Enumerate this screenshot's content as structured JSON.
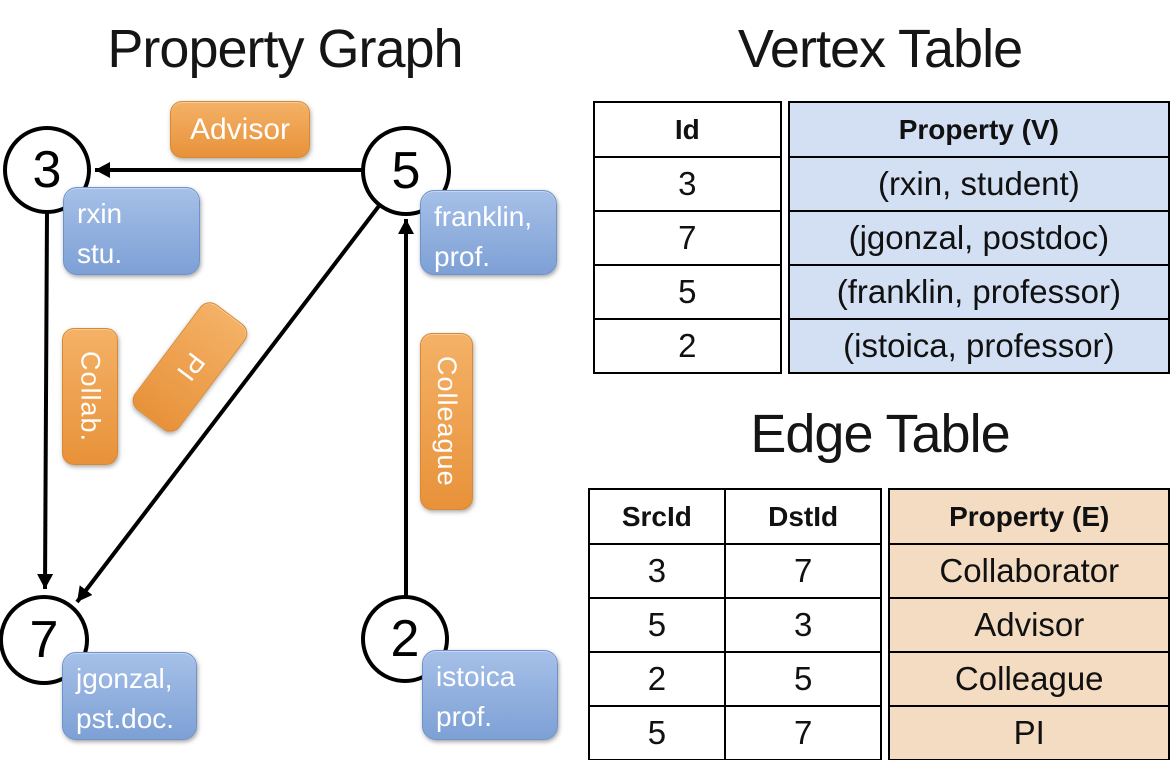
{
  "colors": {
    "edge_label_fill_top": "#F4B166",
    "edge_label_fill_bottom": "#E8923A",
    "vertex_label_fill_top": "#A6C0E8",
    "vertex_label_fill_bottom": "#7DA0D5",
    "vertex_table_cell_bg": "#D3DFF2",
    "edge_table_cell_bg": "#F3DCC2",
    "label_text": "#FFFFFF",
    "line_color": "#000000"
  },
  "graph": {
    "title": "Property Graph",
    "nodes": [
      {
        "id": "3",
        "prop_line1": "rxin",
        "prop_line2": "stu."
      },
      {
        "id": "5",
        "prop_line1": "franklin,",
        "prop_line2": "prof."
      },
      {
        "id": "7",
        "prop_line1": "jgonzal,",
        "prop_line2": "pst.doc."
      },
      {
        "id": "2",
        "prop_line1": "istoica",
        "prop_line2": "prof."
      }
    ],
    "edge_labels": {
      "advisor": "Advisor",
      "collab": "Collab.",
      "pi": "PI",
      "colleague": "Colleague"
    }
  },
  "vertex_table": {
    "title": "Vertex Table",
    "headers": {
      "id": "Id",
      "property": "Property (V)"
    },
    "rows": [
      {
        "id": "3",
        "property": "(rxin, student)"
      },
      {
        "id": "7",
        "property": "(jgonzal, postdoc)"
      },
      {
        "id": "5",
        "property": "(franklin, professor)"
      },
      {
        "id": "2",
        "property": "(istoica, professor)"
      }
    ]
  },
  "edge_table": {
    "title": "Edge Table",
    "headers": {
      "src": "SrcId",
      "dst": "DstId",
      "property": "Property (E)"
    },
    "rows": [
      {
        "src": "3",
        "dst": "7",
        "property": "Collaborator"
      },
      {
        "src": "5",
        "dst": "3",
        "property": "Advisor"
      },
      {
        "src": "2",
        "dst": "5",
        "property": "Colleague"
      },
      {
        "src": "5",
        "dst": "7",
        "property": "PI"
      }
    ]
  }
}
